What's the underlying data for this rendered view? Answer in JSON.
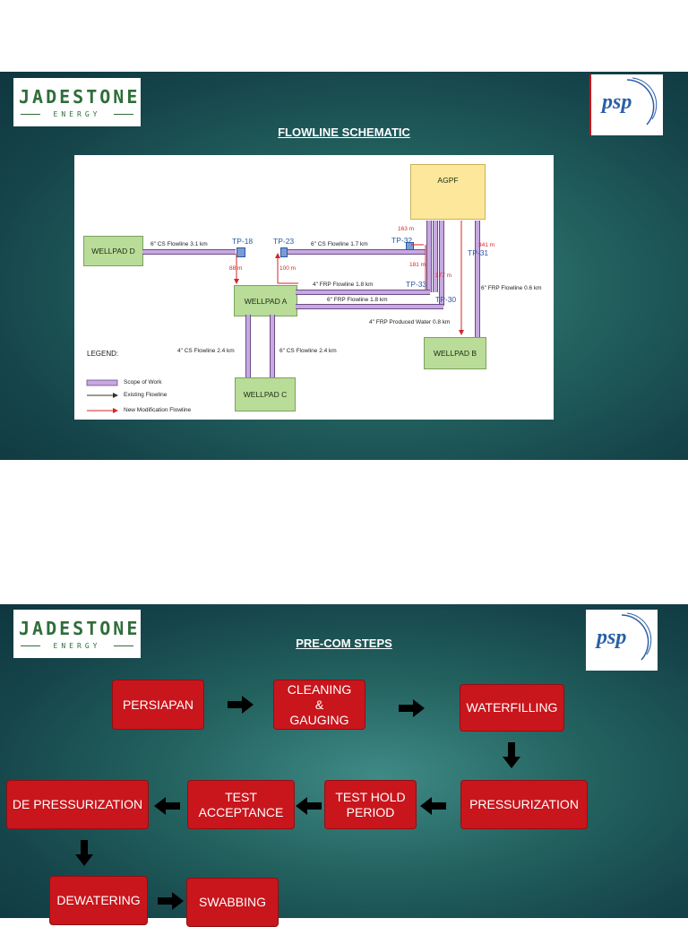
{
  "brand": {
    "jadestone_word": "JADESTONE",
    "jadestone_sub": "ENERGY",
    "psp_word": "psp"
  },
  "slide1": {
    "title": "FLOWLINE SCHEMATIC",
    "nodes": {
      "wellpad_d": "WELLPAD D",
      "wellpad_a": "WELLPAD A",
      "wellpad_b": "WELLPAD B",
      "wellpad_c": "WELLPAD C",
      "agpf": "AGPF"
    },
    "tie_points": {
      "tp18": "TP-18",
      "tp23": "TP-23",
      "tp32": "TP-32",
      "tp33": "TP-33",
      "tp30": "TP-30",
      "tp31": "TP-31"
    },
    "flowlines": {
      "d_to_tp18": "6\" CS Flowline 3.1 km",
      "tp23_to_tp32": "6\" CS Flowline 1.7 km",
      "a_frp4": "4\" FRP Flowline 1.8 km",
      "a_frp6": "6\" FRP Flowline 1.8 km",
      "produced_water": "4\" FRP Produced Water 0.8 km",
      "b_frp6": "6\" FRP Flowline 0.6 km",
      "c_cs4": "4\" CS Flowline 2.4 km",
      "c_cs6": "6\" CS Flowline 2.4 km"
    },
    "distances": {
      "m88": "88 m",
      "m100": "100 m",
      "m163": "163 m",
      "m181": "181 m",
      "m177": "177 m",
      "m341": "341 m"
    },
    "legend": {
      "title": "LEGEND:",
      "scope": "Scope of Work",
      "existing": "Existing Flowline",
      "new_mod": "New Modification Flowline"
    }
  },
  "slide2": {
    "title": "PRE-COM STEPS",
    "steps": {
      "persiapan": "PERSIAPAN",
      "cleaning": "CLEANING\n&\nGAUGING",
      "waterfilling": "WATERFILLING",
      "pressurization": "PRESSURIZATION",
      "test_hold": "TEST HOLD\nPERIOD",
      "test_accept": "TEST\nACCEPTANCE",
      "depressurization": "DE PRESSURIZATION",
      "dewatering": "DEWATERING",
      "swabbing": "SWABBING"
    }
  },
  "colors": {
    "step_red": "#c8161c",
    "pipe_purple": "#c7a8e2",
    "node_green": "#b9dc98",
    "agpf_yellow": "#fde79a",
    "new_line_red": "#d62626"
  }
}
